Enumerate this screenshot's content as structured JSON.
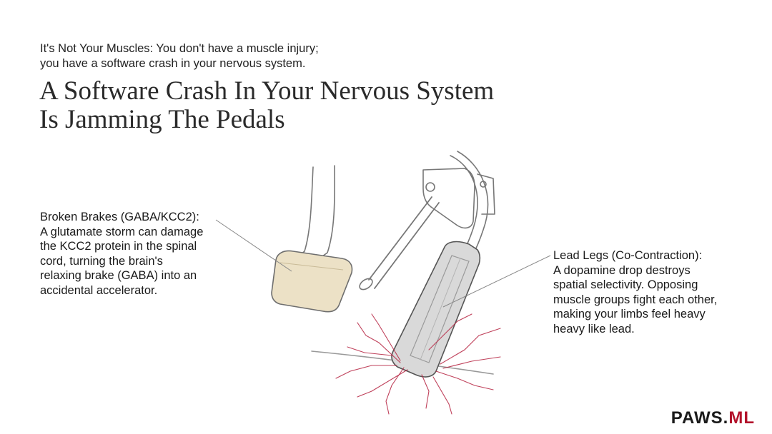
{
  "header": {
    "kicker_line1": "It's Not Your Muscles: You don't have a muscle injury;",
    "kicker_line2": "you have a software crash in your nervous system.",
    "title_line1": "A Software Crash In Your Nervous System",
    "title_line2": "Is Jamming The Pedals"
  },
  "callouts": {
    "left": {
      "lines": [
        "Broken Brakes (GABA/KCC2):",
        "A glutamate storm can damage",
        "the KCC2 protein in the spinal",
        "cord, turning the brain's",
        "relaxing brake (GABA) into an",
        "accidental accelerator."
      ]
    },
    "right": {
      "lines": [
        "Lead Legs (Co-Contraction):",
        "A dopamine drop destroys",
        "spatial selectivity. Opposing",
        "muscle groups fight each other,",
        "making your limbs feel heavy",
        "heavy like lead."
      ]
    }
  },
  "brand": {
    "prefix": "PAWS.",
    "suffix": "ML"
  },
  "illustration": {
    "subject": "brake and accelerator pedals sketch",
    "brake_pad_color": "#ece1c6",
    "accelerator_color": "#d9d9d9",
    "crack_color": "#b5213f"
  }
}
